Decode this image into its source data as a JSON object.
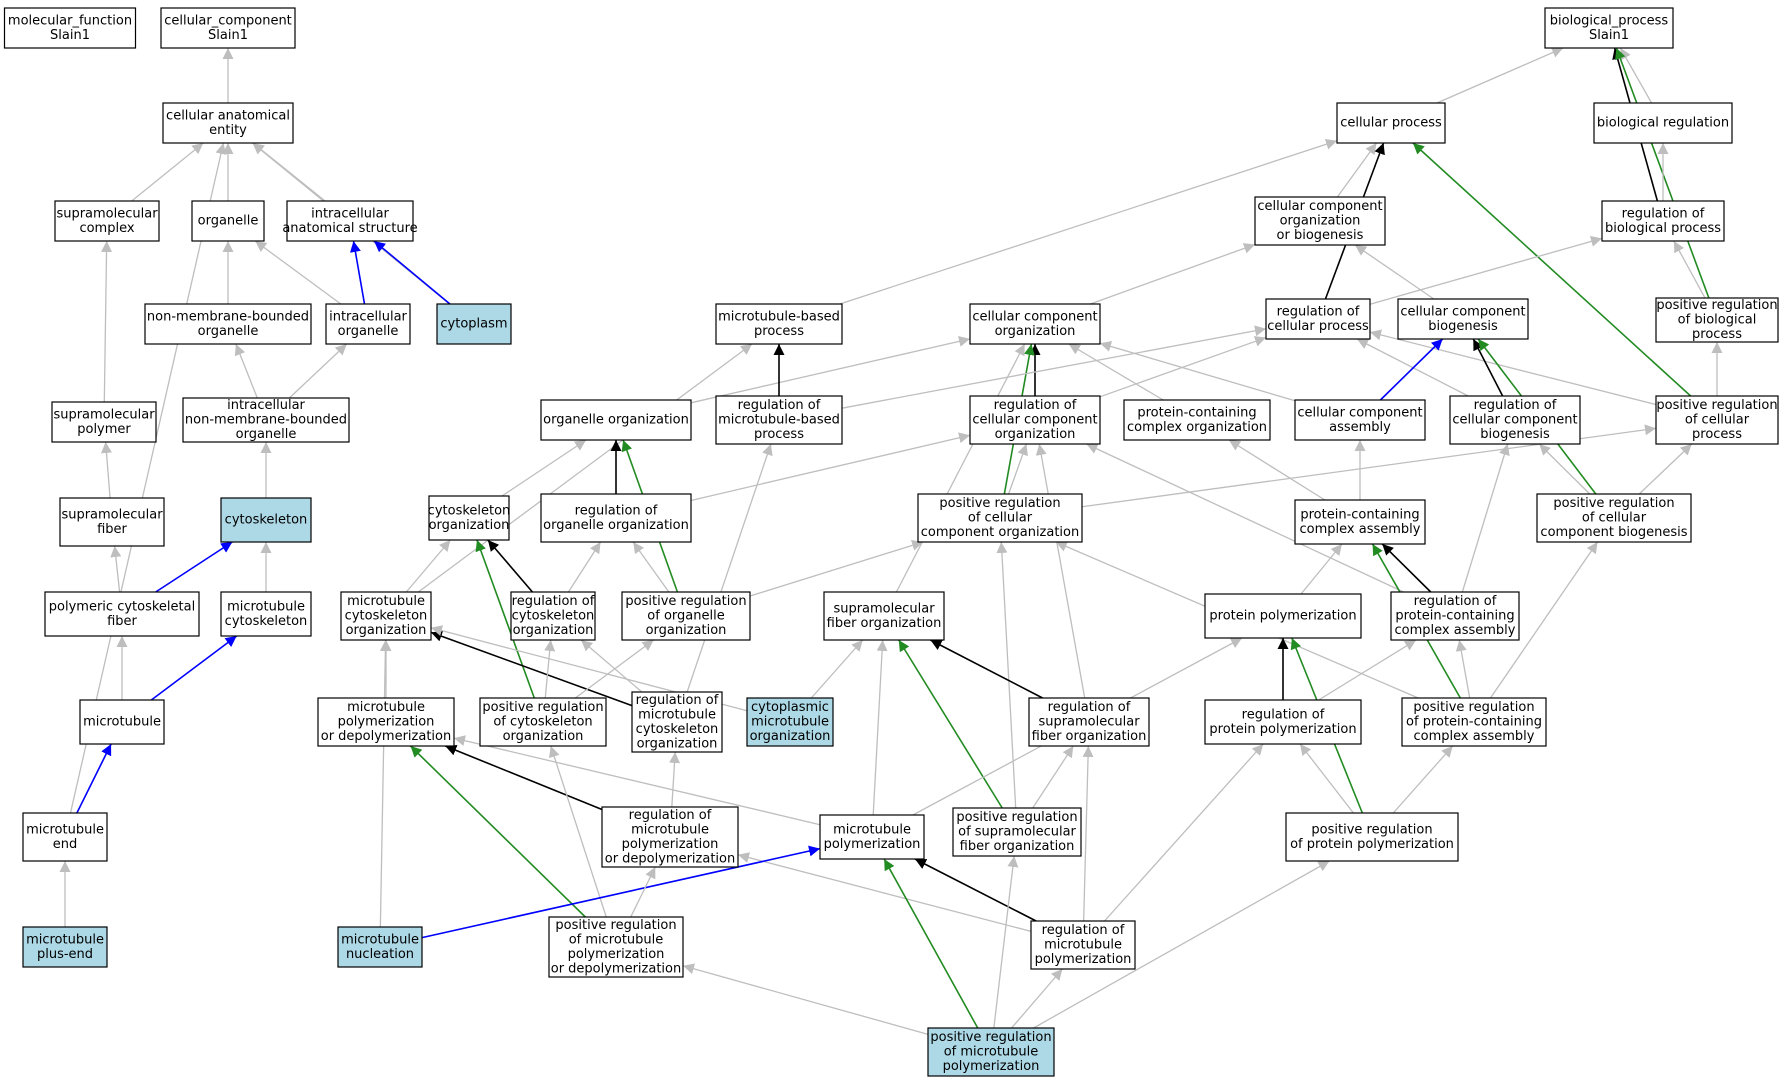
{
  "colors": {
    "node_fill": "#ffffff",
    "highlight_fill": "#add8e6",
    "is_a": "#bebebe",
    "part_of": "#0000ff",
    "regulates": "#000000",
    "positively_regulates": "#228b22"
  },
  "nodes": {
    "mf": {
      "lines": [
        "molecular_function",
        "Slain1"
      ]
    },
    "cc": {
      "lines": [
        "cellular_component",
        "Slain1"
      ]
    },
    "bp": {
      "lines": [
        "biological_process",
        "Slain1"
      ]
    },
    "cae": {
      "lines": [
        "cellular anatomical",
        "entity"
      ]
    },
    "cp": {
      "lines": [
        "cellular process"
      ]
    },
    "breg": {
      "lines": [
        "biological regulation"
      ]
    },
    "smc": {
      "lines": [
        "supramolecular",
        "complex"
      ]
    },
    "org": {
      "lines": [
        "organelle"
      ]
    },
    "ias": {
      "lines": [
        "intracellular",
        "anatomical structure"
      ]
    },
    "ccob": {
      "lines": [
        "cellular component",
        "organization",
        "or biogenesis"
      ]
    },
    "rbp": {
      "lines": [
        "regulation of",
        "biological process"
      ]
    },
    "nmbo": {
      "lines": [
        "non-membrane-bounded",
        "organelle"
      ]
    },
    "io": {
      "lines": [
        "intracellular",
        "organelle"
      ]
    },
    "cyto": {
      "lines": [
        "cytoplasm"
      ],
      "highlight": true
    },
    "mbp": {
      "lines": [
        "microtubule-based",
        "process"
      ]
    },
    "cco": {
      "lines": [
        "cellular component",
        "organization"
      ]
    },
    "rcp": {
      "lines": [
        "regulation of",
        "cellular process"
      ]
    },
    "ccb": {
      "lines": [
        "cellular component",
        "biogenesis"
      ]
    },
    "prbp": {
      "lines": [
        "positive regulation",
        "of biological",
        "process"
      ]
    },
    "smp": {
      "lines": [
        "supramolecular",
        "polymer"
      ]
    },
    "inmbo": {
      "lines": [
        "intracellular",
        "non-membrane-bounded",
        "organelle"
      ]
    },
    "oo": {
      "lines": [
        "organelle organization"
      ]
    },
    "rmbp": {
      "lines": [
        "regulation of",
        "microtubule-based",
        "process"
      ]
    },
    "rcco": {
      "lines": [
        "regulation of",
        "cellular component",
        "organization"
      ]
    },
    "pcco": {
      "lines": [
        "protein-containing",
        "complex organization"
      ]
    },
    "cca": {
      "lines": [
        "cellular component",
        "assembly"
      ]
    },
    "rccb": {
      "lines": [
        "regulation of",
        "cellular component",
        "biogenesis"
      ]
    },
    "prcp": {
      "lines": [
        "positive regulation",
        "of cellular",
        "process"
      ]
    },
    "smf": {
      "lines": [
        "supramolecular",
        "fiber"
      ]
    },
    "cytosk": {
      "lines": [
        "cytoskeleton"
      ],
      "highlight": true
    },
    "cyo": {
      "lines": [
        "cytoskeleton",
        "organization"
      ]
    },
    "roo": {
      "lines": [
        "regulation of",
        "organelle organization"
      ]
    },
    "prcco": {
      "lines": [
        "positive regulation",
        "of cellular",
        "component organization"
      ]
    },
    "pcca": {
      "lines": [
        "protein-containing",
        "complex assembly"
      ]
    },
    "prccb": {
      "lines": [
        "positive regulation",
        "of cellular",
        "component biogenesis"
      ]
    },
    "pcf": {
      "lines": [
        "polymeric cytoskeletal",
        "fiber"
      ]
    },
    "mtc": {
      "lines": [
        "microtubule",
        "cytoskeleton"
      ]
    },
    "mtco": {
      "lines": [
        "microtubule",
        "cytoskeleton",
        "organization"
      ]
    },
    "rcyo": {
      "lines": [
        "regulation of",
        "cytoskeleton",
        "organization"
      ]
    },
    "proo": {
      "lines": [
        "positive regulation",
        "of organelle",
        "organization"
      ]
    },
    "smfo": {
      "lines": [
        "supramolecular",
        "fiber organization"
      ]
    },
    "pp": {
      "lines": [
        "protein polymerization"
      ]
    },
    "rpcca": {
      "lines": [
        "regulation of",
        "protein-containing",
        "complex assembly"
      ]
    },
    "mt": {
      "lines": [
        "microtubule"
      ]
    },
    "mtpd": {
      "lines": [
        "microtubule",
        "polymerization",
        "or depolymerization"
      ]
    },
    "prcyo": {
      "lines": [
        "positive regulation",
        "of cytoskeleton",
        "organization"
      ]
    },
    "rmtco": {
      "lines": [
        "regulation of",
        "microtubule",
        "cytoskeleton",
        "organization"
      ]
    },
    "cmto": {
      "lines": [
        "cytoplasmic",
        "microtubule",
        "organization"
      ],
      "highlight": true
    },
    "rsmfo": {
      "lines": [
        "regulation of",
        "supramolecular",
        "fiber organization"
      ]
    },
    "rpp": {
      "lines": [
        "regulation of",
        "protein polymerization"
      ]
    },
    "prpcca": {
      "lines": [
        "positive regulation",
        "of protein-containing",
        "complex assembly"
      ]
    },
    "mte": {
      "lines": [
        "microtubule",
        "end"
      ]
    },
    "rmtpd": {
      "lines": [
        "regulation of",
        "microtubule",
        "polymerization",
        "or depolymerization"
      ]
    },
    "mtp": {
      "lines": [
        "microtubule",
        "polymerization"
      ]
    },
    "prsmfo": {
      "lines": [
        "positive regulation",
        "of supramolecular",
        "fiber organization"
      ]
    },
    "prpp": {
      "lines": [
        "positive regulation",
        "of protein polymerization"
      ]
    },
    "mtpe": {
      "lines": [
        "microtubule",
        "plus-end"
      ],
      "highlight": true
    },
    "mtn": {
      "lines": [
        "microtubule",
        "nucleation"
      ],
      "highlight": true
    },
    "prmtpd": {
      "lines": [
        "positive regulation",
        "of microtubule",
        "polymerization",
        "or depolymerization"
      ]
    },
    "rmtp": {
      "lines": [
        "regulation of",
        "microtubule",
        "polymerization"
      ]
    },
    "prmtp": {
      "lines": [
        "positive regulation",
        "of microtubule",
        "polymerization"
      ],
      "highlight": true
    }
  },
  "edges": [
    {
      "from": "cae",
      "to": "cc",
      "rel": "is_a"
    },
    {
      "from": "cp",
      "to": "bp",
      "rel": "is_a"
    },
    {
      "from": "breg",
      "to": "bp",
      "rel": "is_a"
    },
    {
      "from": "rbp",
      "to": "bp",
      "rel": "regulates"
    },
    {
      "from": "prbp",
      "to": "bp",
      "rel": "positively_regulates"
    },
    {
      "from": "smc",
      "to": "cae",
      "rel": "is_a"
    },
    {
      "from": "org",
      "to": "cae",
      "rel": "is_a"
    },
    {
      "from": "ias",
      "to": "cae",
      "rel": "is_a"
    },
    {
      "from": "cyto",
      "to": "cae",
      "rel": "is_a"
    },
    {
      "from": "mte",
      "to": "cae",
      "rel": "is_a"
    },
    {
      "from": "ccob",
      "to": "cp",
      "rel": "is_a"
    },
    {
      "from": "mbp",
      "to": "cp",
      "rel": "is_a"
    },
    {
      "from": "rcp",
      "to": "cp",
      "rel": "regulates"
    },
    {
      "from": "prcp",
      "to": "cp",
      "rel": "positively_regulates"
    },
    {
      "from": "rbp",
      "to": "breg",
      "rel": "is_a"
    },
    {
      "from": "prbp",
      "to": "rbp",
      "rel": "is_a"
    },
    {
      "from": "rcp",
      "to": "rbp",
      "rel": "is_a"
    },
    {
      "from": "nmbo",
      "to": "org",
      "rel": "is_a"
    },
    {
      "from": "io",
      "to": "org",
      "rel": "is_a"
    },
    {
      "from": "io",
      "to": "ias",
      "rel": "part_of"
    },
    {
      "from": "cyto",
      "to": "ias",
      "rel": "part_of"
    },
    {
      "from": "cco",
      "to": "ccob",
      "rel": "is_a"
    },
    {
      "from": "ccb",
      "to": "ccob",
      "rel": "is_a"
    },
    {
      "from": "inmbo",
      "to": "nmbo",
      "rel": "is_a"
    },
    {
      "from": "inmbo",
      "to": "io",
      "rel": "is_a"
    },
    {
      "from": "smp",
      "to": "smc",
      "rel": "is_a"
    },
    {
      "from": "smf",
      "to": "smp",
      "rel": "is_a"
    },
    {
      "from": "cytosk",
      "to": "inmbo",
      "rel": "is_a"
    },
    {
      "from": "pcf",
      "to": "smf",
      "rel": "is_a"
    },
    {
      "from": "pcf",
      "to": "cytosk",
      "rel": "part_of"
    },
    {
      "from": "mtc",
      "to": "cytosk",
      "rel": "is_a"
    },
    {
      "from": "mt",
      "to": "pcf",
      "rel": "is_a"
    },
    {
      "from": "mt",
      "to": "mtc",
      "rel": "part_of"
    },
    {
      "from": "mte",
      "to": "mt",
      "rel": "part_of"
    },
    {
      "from": "mtpe",
      "to": "mte",
      "rel": "is_a"
    },
    {
      "from": "oo",
      "to": "cco",
      "rel": "is_a"
    },
    {
      "from": "rcco",
      "to": "cco",
      "rel": "regulates"
    },
    {
      "from": "pcco",
      "to": "cco",
      "rel": "is_a"
    },
    {
      "from": "cca",
      "to": "cco",
      "rel": "is_a"
    },
    {
      "from": "prcco",
      "to": "cco",
      "rel": "positively_regulates"
    },
    {
      "from": "smfo",
      "to": "cco",
      "rel": "is_a"
    },
    {
      "from": "rmbp",
      "to": "mbp",
      "rel": "regulates"
    },
    {
      "from": "mtco",
      "to": "mbp",
      "rel": "is_a"
    },
    {
      "from": "rmbp",
      "to": "rcp",
      "rel": "is_a"
    },
    {
      "from": "rcco",
      "to": "rcp",
      "rel": "is_a"
    },
    {
      "from": "rccb",
      "to": "rcp",
      "rel": "is_a"
    },
    {
      "from": "prcp",
      "to": "rcp",
      "rel": "is_a"
    },
    {
      "from": "cca",
      "to": "ccb",
      "rel": "part_of"
    },
    {
      "from": "rccb",
      "to": "ccb",
      "rel": "regulates"
    },
    {
      "from": "prccb",
      "to": "ccb",
      "rel": "positively_regulates"
    },
    {
      "from": "prcp",
      "to": "prbp",
      "rel": "is_a"
    },
    {
      "from": "cyo",
      "to": "oo",
      "rel": "is_a"
    },
    {
      "from": "roo",
      "to": "oo",
      "rel": "regulates"
    },
    {
      "from": "proo",
      "to": "oo",
      "rel": "positively_regulates"
    },
    {
      "from": "rmtco",
      "to": "rmbp",
      "rel": "is_a"
    },
    {
      "from": "roo",
      "to": "rcco",
      "rel": "is_a"
    },
    {
      "from": "prcco",
      "to": "rcco",
      "rel": "is_a"
    },
    {
      "from": "rsmfo",
      "to": "rcco",
      "rel": "is_a"
    },
    {
      "from": "rpcca",
      "to": "rcco",
      "rel": "is_a"
    },
    {
      "from": "pcca",
      "to": "pcco",
      "rel": "is_a"
    },
    {
      "from": "pcca",
      "to": "cca",
      "rel": "is_a"
    },
    {
      "from": "prccb",
      "to": "rccb",
      "rel": "is_a"
    },
    {
      "from": "rpcca",
      "to": "rccb",
      "rel": "is_a"
    },
    {
      "from": "prccb",
      "to": "prcp",
      "rel": "is_a"
    },
    {
      "from": "prcco",
      "to": "prcp",
      "rel": "is_a"
    },
    {
      "from": "mtco",
      "to": "cyo",
      "rel": "is_a"
    },
    {
      "from": "rcyo",
      "to": "cyo",
      "rel": "regulates"
    },
    {
      "from": "prcyo",
      "to": "cyo",
      "rel": "positively_regulates"
    },
    {
      "from": "rcyo",
      "to": "roo",
      "rel": "is_a"
    },
    {
      "from": "proo",
      "to": "roo",
      "rel": "is_a"
    },
    {
      "from": "proo",
      "to": "prcco",
      "rel": "is_a"
    },
    {
      "from": "prsmfo",
      "to": "prcco",
      "rel": "is_a"
    },
    {
      "from": "prpcca",
      "to": "prcco",
      "rel": "is_a"
    },
    {
      "from": "pp",
      "to": "pcca",
      "rel": "is_a"
    },
    {
      "from": "rpcca",
      "to": "pcca",
      "rel": "regulates"
    },
    {
      "from": "prpcca",
      "to": "pcca",
      "rel": "positively_regulates"
    },
    {
      "from": "prpcca",
      "to": "prccb",
      "rel": "is_a"
    },
    {
      "from": "mtpd",
      "to": "mtco",
      "rel": "is_a"
    },
    {
      "from": "rmtco",
      "to": "mtco",
      "rel": "regulates"
    },
    {
      "from": "cmto",
      "to": "mtco",
      "rel": "is_a"
    },
    {
      "from": "mtn",
      "to": "mtco",
      "rel": "is_a"
    },
    {
      "from": "prcyo",
      "to": "rcyo",
      "rel": "is_a"
    },
    {
      "from": "rmtco",
      "to": "rcyo",
      "rel": "is_a"
    },
    {
      "from": "prcyo",
      "to": "proo",
      "rel": "is_a"
    },
    {
      "from": "cmto",
      "to": "smfo",
      "rel": "is_a"
    },
    {
      "from": "rsmfo",
      "to": "smfo",
      "rel": "regulates"
    },
    {
      "from": "prsmfo",
      "to": "smfo",
      "rel": "positively_regulates"
    },
    {
      "from": "mtp",
      "to": "smfo",
      "rel": "is_a"
    },
    {
      "from": "rpp",
      "to": "pp",
      "rel": "regulates"
    },
    {
      "from": "prpp",
      "to": "pp",
      "rel": "positively_regulates"
    },
    {
      "from": "mtp",
      "to": "pp",
      "rel": "is_a"
    },
    {
      "from": "rpp",
      "to": "rpcca",
      "rel": "is_a"
    },
    {
      "from": "prpcca",
      "to": "rpcca",
      "rel": "is_a"
    },
    {
      "from": "rmtpd",
      "to": "mtpd",
      "rel": "regulates"
    },
    {
      "from": "prmtpd",
      "to": "mtpd",
      "rel": "positively_regulates"
    },
    {
      "from": "prmtpd",
      "to": "prcyo",
      "rel": "is_a"
    },
    {
      "from": "rmtpd",
      "to": "rmtco",
      "rel": "is_a"
    },
    {
      "from": "prsmfo",
      "to": "rsmfo",
      "rel": "is_a"
    },
    {
      "from": "rmtp",
      "to": "rsmfo",
      "rel": "is_a"
    },
    {
      "from": "prpp",
      "to": "rpp",
      "rel": "is_a"
    },
    {
      "from": "rmtp",
      "to": "rpp",
      "rel": "is_a"
    },
    {
      "from": "prpp",
      "to": "prpcca",
      "rel": "is_a"
    },
    {
      "from": "mtp",
      "to": "mtpd",
      "rel": "is_a"
    },
    {
      "from": "rmtp",
      "to": "rmtpd",
      "rel": "is_a"
    },
    {
      "from": "mtn",
      "to": "mtp",
      "rel": "part_of"
    },
    {
      "from": "rmtp",
      "to": "mtp",
      "rel": "regulates"
    },
    {
      "from": "prmtp",
      "to": "mtp",
      "rel": "positively_regulates"
    },
    {
      "from": "prmtpd",
      "to": "rmtpd",
      "rel": "is_a"
    },
    {
      "from": "prmtp",
      "to": "prsmfo",
      "rel": "is_a"
    },
    {
      "from": "prmtp",
      "to": "prpp",
      "rel": "is_a"
    },
    {
      "from": "prmtp",
      "to": "prmtpd",
      "rel": "is_a"
    },
    {
      "from": "prmtp",
      "to": "rmtp",
      "rel": "is_a"
    }
  ]
}
